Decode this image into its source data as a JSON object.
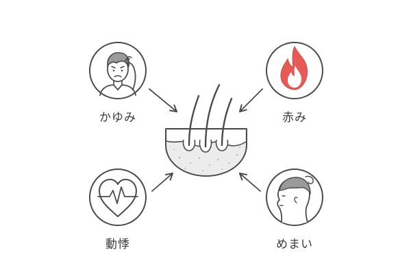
{
  "labels": {
    "itching": "かゆみ",
    "redness": "赤み",
    "palpitations": "動悸",
    "dizziness": "めまい"
  },
  "colors": {
    "stroke": "#4a4a4a",
    "flame": "#e85a55",
    "flame_inner": "#ffffff",
    "skin_fill": "#ececec",
    "scalp_band": "#ffffff"
  }
}
